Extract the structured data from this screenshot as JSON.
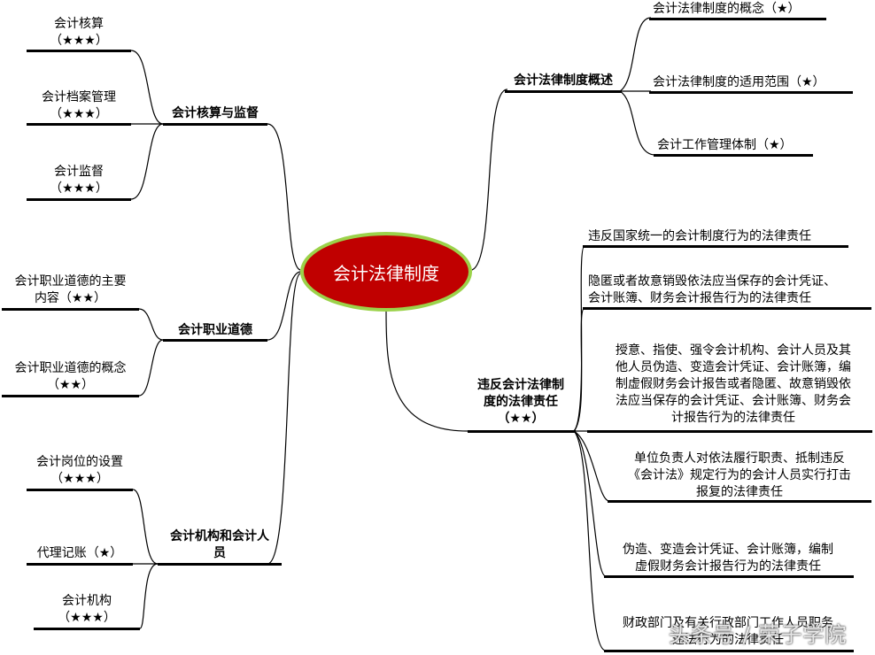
{
  "center": "会计法律制度",
  "left": {
    "accounting": {
      "title": "会计核算与监督",
      "items": [
        {
          "line1": "会计核算",
          "line2": "（★★★）"
        },
        {
          "line1": "会计档案管理",
          "line2": "（★★★）"
        },
        {
          "line1": "会计监督",
          "line2": "（★★★）"
        }
      ]
    },
    "ethics": {
      "title": "会计职业道德",
      "items": [
        {
          "line1": "会计职业道德的主要",
          "line2": "内容（★★）"
        },
        {
          "line1": "会计职业道德的概念",
          "line2": "（★★）"
        }
      ]
    },
    "institutions": {
      "title_l1": "会计机构和会计人",
      "title_l2": "员",
      "items": [
        {
          "line1": "会计岗位的设置",
          "line2": "（★★★）"
        },
        {
          "line1": "代理记账（★）"
        },
        {
          "line1": "会计机构",
          "line2": "（★★★）"
        }
      ]
    }
  },
  "right": {
    "overview": {
      "title": "会计法律制度概述",
      "items": [
        "会计法律制度的概念（★）",
        "会计法律制度的适用范围（★）",
        "会计工作管理体制（★）"
      ]
    },
    "liability": {
      "title_l1": "违反会计法律制",
      "title_l2": "度的法律责任",
      "title_l3": "（★★）",
      "items": [
        [
          "违反国家统一的会计制度行为的法律责任"
        ],
        [
          "隐匿或者故意销毁依法应当保存的会计凭证、",
          "会计账簿、财务会计报告行为的法律责任"
        ],
        [
          "授意、指使、强令会计机构、会计人员及其",
          "他人员伪造、变造会计凭证、会计账簿，编",
          "制虚假财务会计报告或者隐匿、故意销毁依",
          "法应当保存的会计凭证、会计账簿、财务会",
          "计报告行为的法律责任"
        ],
        [
          "单位负责人对依法履行职责、抵制违反",
          "《会计法》规定行为的会计人员实行打击",
          "报复的法律责任"
        ],
        [
          "伪造、变造会计凭证、会计账簿，编制",
          "虚假财务会计报告行为的法律责任"
        ],
        [
          "财政部门及有关行政部门工作人员职务",
          "违法行为的法律责任"
        ]
      ]
    }
  },
  "watermark": "头条号 / 荣子学院"
}
